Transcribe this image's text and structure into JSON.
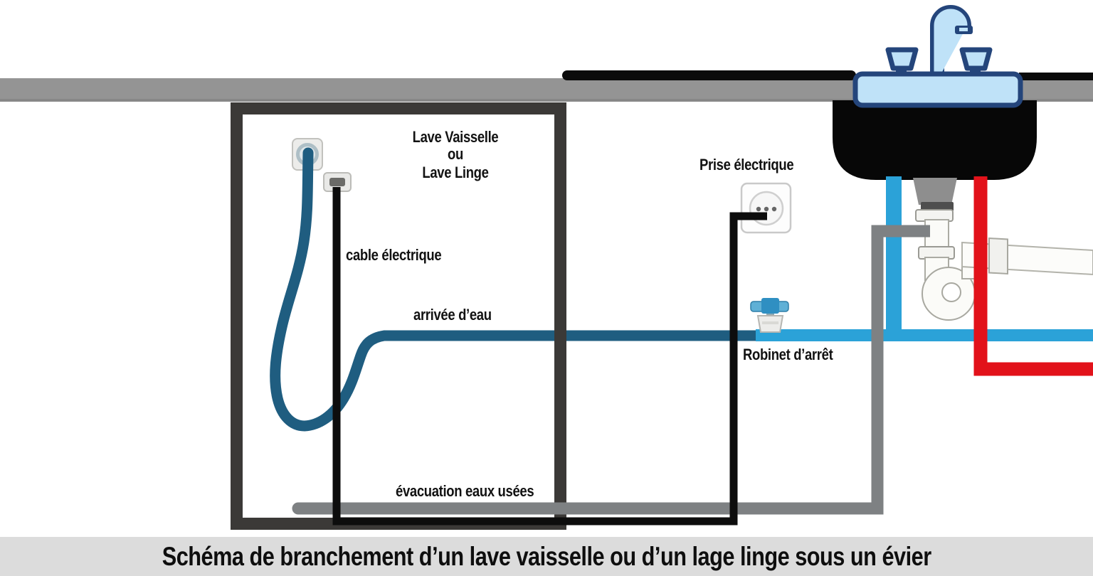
{
  "title": "Schéma de branchement d’un lave vaisselle ou d’un lage linge sous un évier",
  "labels": {
    "appliance_line1": "Lave Vaisselle",
    "appliance_line2": "ou",
    "appliance_line3": "Lave Linge",
    "power_cable": "cable électrique",
    "water_supply": "arrivée d’eau",
    "waste_drain": "évacuation eaux usées",
    "power_outlet": "Prise électrique",
    "shutoff_valve": "Robinet d’arrêt"
  },
  "colors": {
    "supply_hose": "#1f5d80",
    "cold_water": "#2ba2d8",
    "hot_water": "#e2121a",
    "waste_pipe": "#7e8183",
    "power_cable": "#0d0d0d",
    "countertop": "#949494",
    "box_border": "#3b3937",
    "sink_fill": "#bfe2f8",
    "sink_outline": "#24457b",
    "sink_basin": "#070707",
    "title_bg": "#dcdcdc",
    "label_text": "#121212"
  },
  "icons": {
    "sink": "kitchen-sink-with-faucet",
    "trap": "p-trap-drain-pipes",
    "outlet": "french-power-socket",
    "valve": "shutoff-valve",
    "inlet": "water-inlet-fitting",
    "connector": "cable-connector"
  }
}
